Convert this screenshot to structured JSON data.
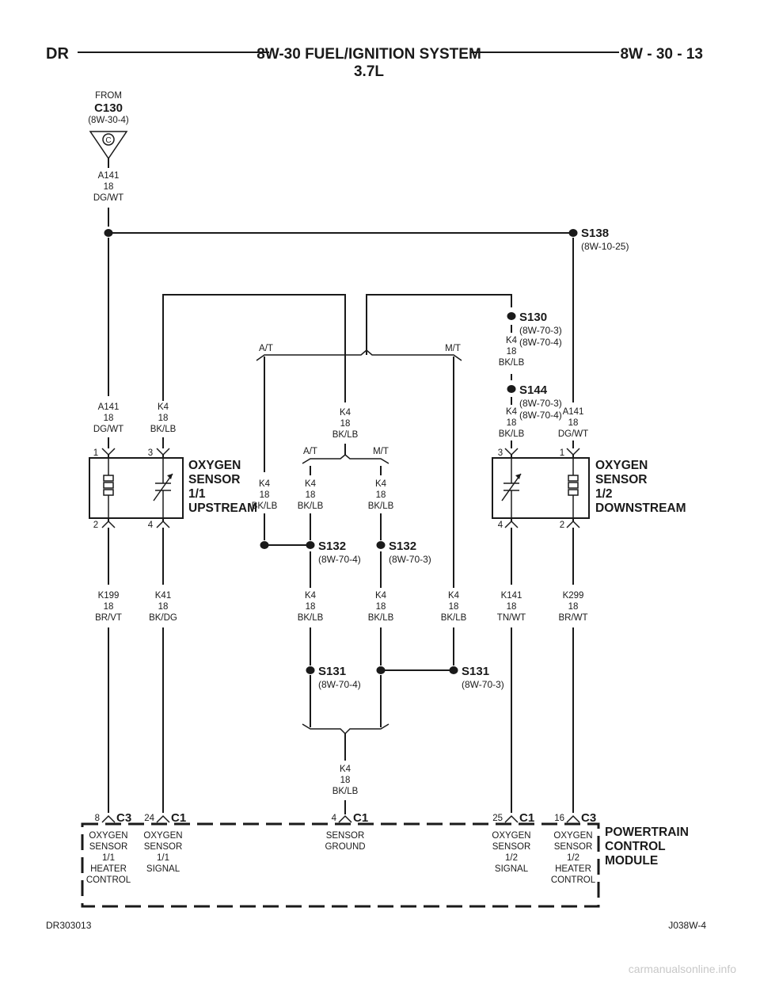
{
  "header": {
    "left": "DR",
    "title": "8W-30 FUEL/IGNITION SYSTEM",
    "subtitle": "3.7L",
    "page": "8W - 30 - 13"
  },
  "source": {
    "from": "FROM",
    "connector": "C130",
    "ref": "(8W-30-4)",
    "pin": "C",
    "wire_code": "A141",
    "gauge": "18",
    "color": "DG/WT"
  },
  "splices": {
    "s138": {
      "name": "S138",
      "ref": "(8W-10-25)"
    },
    "s130": {
      "name": "S130",
      "ref1": "(8W-70-3)",
      "ref2": "(8W-70-4)"
    },
    "s144": {
      "name": "S144",
      "ref1": "(8W-70-3)",
      "ref2": "(8W-70-4)"
    },
    "s132a": {
      "name": "S132",
      "ref": "(8W-70-4)"
    },
    "s132b": {
      "name": "S132",
      "ref": "(8W-70-3)"
    },
    "s131a": {
      "name": "S131",
      "ref": "(8W-70-4)"
    },
    "s131b": {
      "name": "S131",
      "ref": "(8W-70-3)"
    }
  },
  "options": {
    "at": "A/T",
    "mt": "M/T"
  },
  "wires": {
    "a141_up": {
      "code": "A141",
      "gauge": "18",
      "color": "DG/WT"
    },
    "k4_up": {
      "code": "K4",
      "gauge": "18",
      "color": "BK/LB"
    },
    "k4_center": {
      "code": "K4",
      "gauge": "18",
      "color": "BK/LB"
    },
    "k4_s130": {
      "code": "K4",
      "gauge": "18",
      "color": "BK/LB"
    },
    "k4_s144": {
      "code": "K4",
      "gauge": "18",
      "color": "BK/LB"
    },
    "a141_down": {
      "code": "A141",
      "gauge": "18",
      "color": "DG/WT"
    },
    "k4_at_left": {
      "code": "K4",
      "gauge": "18",
      "color": "BK/LB"
    },
    "k4_at_mid": {
      "code": "K4",
      "gauge": "18",
      "color": "BK/LB"
    },
    "k4_mt_mid": {
      "code": "K4",
      "gauge": "18",
      "color": "BK/LB"
    },
    "k199": {
      "code": "K199",
      "gauge": "18",
      "color": "BR/VT"
    },
    "k41": {
      "code": "K41",
      "gauge": "18",
      "color": "BK/DG"
    },
    "k4_low1": {
      "code": "K4",
      "gauge": "18",
      "color": "BK/LB"
    },
    "k4_low2": {
      "code": "K4",
      "gauge": "18",
      "color": "BK/LB"
    },
    "k4_low3": {
      "code": "K4",
      "gauge": "18",
      "color": "BK/LB"
    },
    "k141": {
      "code": "K141",
      "gauge": "18",
      "color": "TN/WT"
    },
    "k299": {
      "code": "K299",
      "gauge": "18",
      "color": "BR/WT"
    },
    "k4_ground": {
      "code": "K4",
      "gauge": "18",
      "color": "BK/LB"
    }
  },
  "sensors": {
    "up": {
      "line1": "OXYGEN",
      "line2": "SENSOR",
      "line3": "1/1",
      "line4": "UPSTREAM",
      "pin_a": "1",
      "pin_b": "3",
      "pin_c": "2",
      "pin_d": "4"
    },
    "down": {
      "line1": "OXYGEN",
      "line2": "SENSOR",
      "line3": "1/2",
      "line4": "DOWNSTREAM",
      "pin_a": "3",
      "pin_b": "1",
      "pin_c": "4",
      "pin_d": "2"
    }
  },
  "pcm": {
    "line1": "POWERTRAIN",
    "line2": "CONTROL",
    "line3": "MODULE",
    "pins": [
      {
        "pin": "8",
        "conn": "C3",
        "l1": "OXYGEN",
        "l2": "SENSOR",
        "l3": "1/1",
        "l4": "HEATER",
        "l5": "CONTROL"
      },
      {
        "pin": "24",
        "conn": "C1",
        "l1": "OXYGEN",
        "l2": "SENSOR",
        "l3": "1/1",
        "l4": "SIGNAL"
      },
      {
        "pin": "4",
        "conn": "C1",
        "l1": "SENSOR",
        "l2": "GROUND"
      },
      {
        "pin": "25",
        "conn": "C1",
        "l1": "OXYGEN",
        "l2": "SENSOR",
        "l3": "1/2",
        "l4": "SIGNAL"
      },
      {
        "pin": "16",
        "conn": "C3",
        "l1": "OXYGEN",
        "l2": "SENSOR",
        "l3": "1/2",
        "l4": "HEATER",
        "l5": "CONTROL"
      }
    ]
  },
  "footer": {
    "left": "DR303013",
    "right": "J038W-4"
  },
  "watermark": "carmanualsonline.info"
}
